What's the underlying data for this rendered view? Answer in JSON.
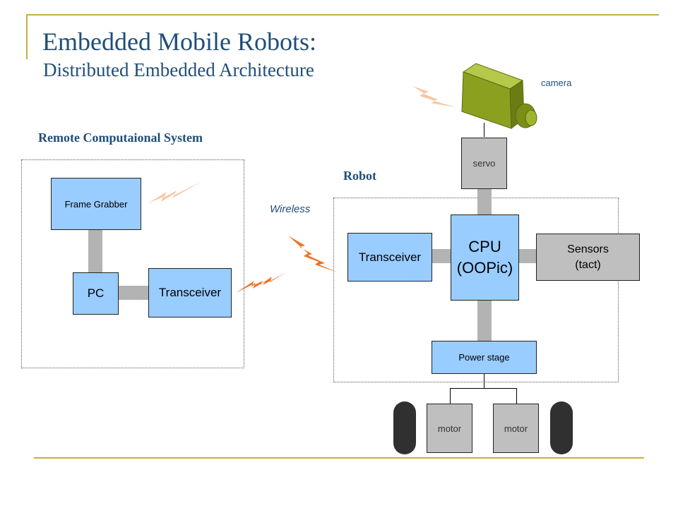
{
  "title": {
    "main": "Embedded Mobile Robots:",
    "sub": "Distributed Embedded Architecture"
  },
  "remote": {
    "heading": "Remote Computaional System",
    "frame_grabber": "Frame Grabber",
    "pc": "PC",
    "transceiver": "Transceiver"
  },
  "wireless_label": "Wireless",
  "robot": {
    "heading": "Robot",
    "transceiver": "Transceiver",
    "cpu_line1": "CPU",
    "cpu_line2": "(OOPic)",
    "sensors_line1": "Sensors",
    "sensors_line2": "(tact)",
    "power_stage": "Power stage",
    "servo": "servo",
    "camera": "camera",
    "motor_left": "motor",
    "motor_right": "motor"
  },
  "colors": {
    "accent_rule": "#c8b03a",
    "title_text": "#1f4e79",
    "box_blue": "#99ccff",
    "box_grey": "#bfbfbf",
    "wireless_signal": "#f07020",
    "camera_body": "#8ca020"
  }
}
